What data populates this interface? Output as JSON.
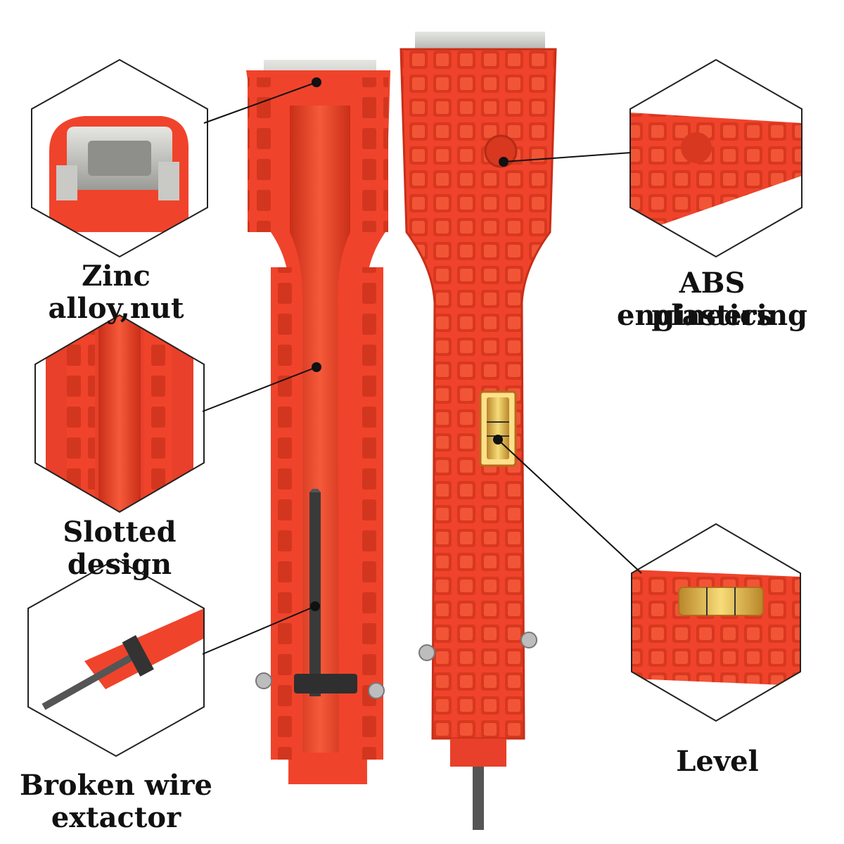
{
  "colors": {
    "body": "#f0432b",
    "body_dark": "#c92e18",
    "body_light": "#ff6a4a",
    "metal": "#c8c8c4",
    "rod": "#444444",
    "level_glass": "#e9c24a",
    "callout_line": "#111111"
  },
  "labels": {
    "zinc": "Zinc alloy,nut",
    "abs_line1": "ABS engineering",
    "abs_line2": "plastics",
    "slotted": "Slotted design",
    "broken_line1": "Broken wire",
    "broken_line2": "extactor",
    "level": "Level"
  }
}
